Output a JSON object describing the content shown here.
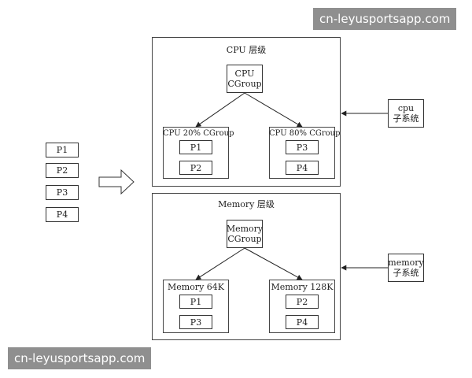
{
  "watermark": {
    "top": "cn-leyusportsapp.com",
    "bottom": "cn-leyusportsapp.com"
  },
  "processes": [
    "P1",
    "P2",
    "P3",
    "P4"
  ],
  "cpu_panel": {
    "title": "CPU 层级",
    "root": [
      "CPU",
      "CGroup"
    ],
    "left_group": {
      "label": "CPU 20% CGroup",
      "items": [
        "P1",
        "P2"
      ]
    },
    "right_group": {
      "label": "CPU 80% CGroup",
      "items": [
        "P3",
        "P4"
      ]
    },
    "subsystem": [
      "cpu",
      "子系统"
    ]
  },
  "memory_panel": {
    "title": "Memory 层级",
    "root": [
      "Memory",
      "CGroup"
    ],
    "left_group": {
      "label": "Memory 64K",
      "items": [
        "P1",
        "P3"
      ]
    },
    "right_group": {
      "label": "Memory 128K",
      "items": [
        "P2",
        "P4"
      ]
    },
    "subsystem": [
      "memory",
      "子系统"
    ]
  }
}
